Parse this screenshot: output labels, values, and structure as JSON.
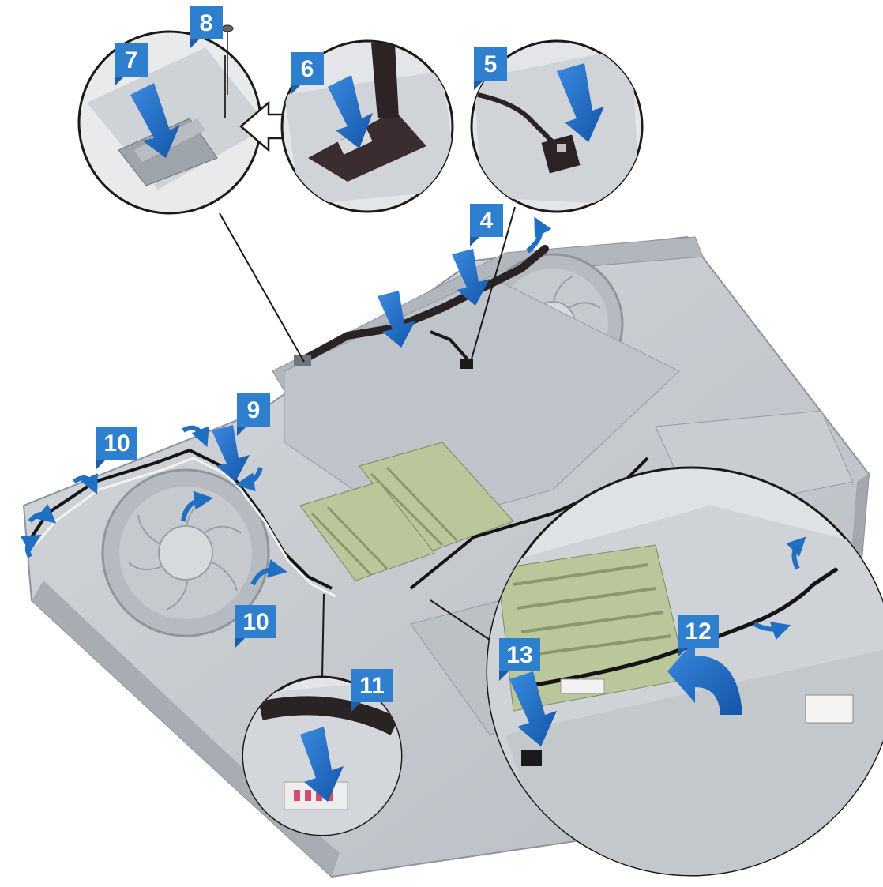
{
  "figure": {
    "step_labels": [
      {
        "key": "s4",
        "text": "4"
      },
      {
        "key": "s5",
        "text": "5"
      },
      {
        "key": "s6",
        "text": "6"
      },
      {
        "key": "s7",
        "text": "7"
      },
      {
        "key": "s8",
        "text": "8"
      },
      {
        "key": "s9",
        "text": "9"
      },
      {
        "key": "s10a",
        "text": "10"
      },
      {
        "key": "s10b",
        "text": "10"
      },
      {
        "key": "s11",
        "text": "11"
      },
      {
        "key": "s12",
        "text": "12"
      },
      {
        "key": "s13",
        "text": "13"
      }
    ],
    "colors": {
      "accent_blue": "#1f6fc2",
      "label_blue": "#2f7fcf",
      "chassis_gray": "#c9cdd2",
      "chassis_dark": "#9ea4ab",
      "cable_black": "#1a1a1a",
      "ram_green": "#b9c79a",
      "callout_line": "#1a1a1a"
    },
    "icons": [
      "press-down-arrow-icon",
      "curved-route-arrow-icon",
      "open-arrow-icon",
      "screw-icon",
      "fan-icon"
    ]
  }
}
